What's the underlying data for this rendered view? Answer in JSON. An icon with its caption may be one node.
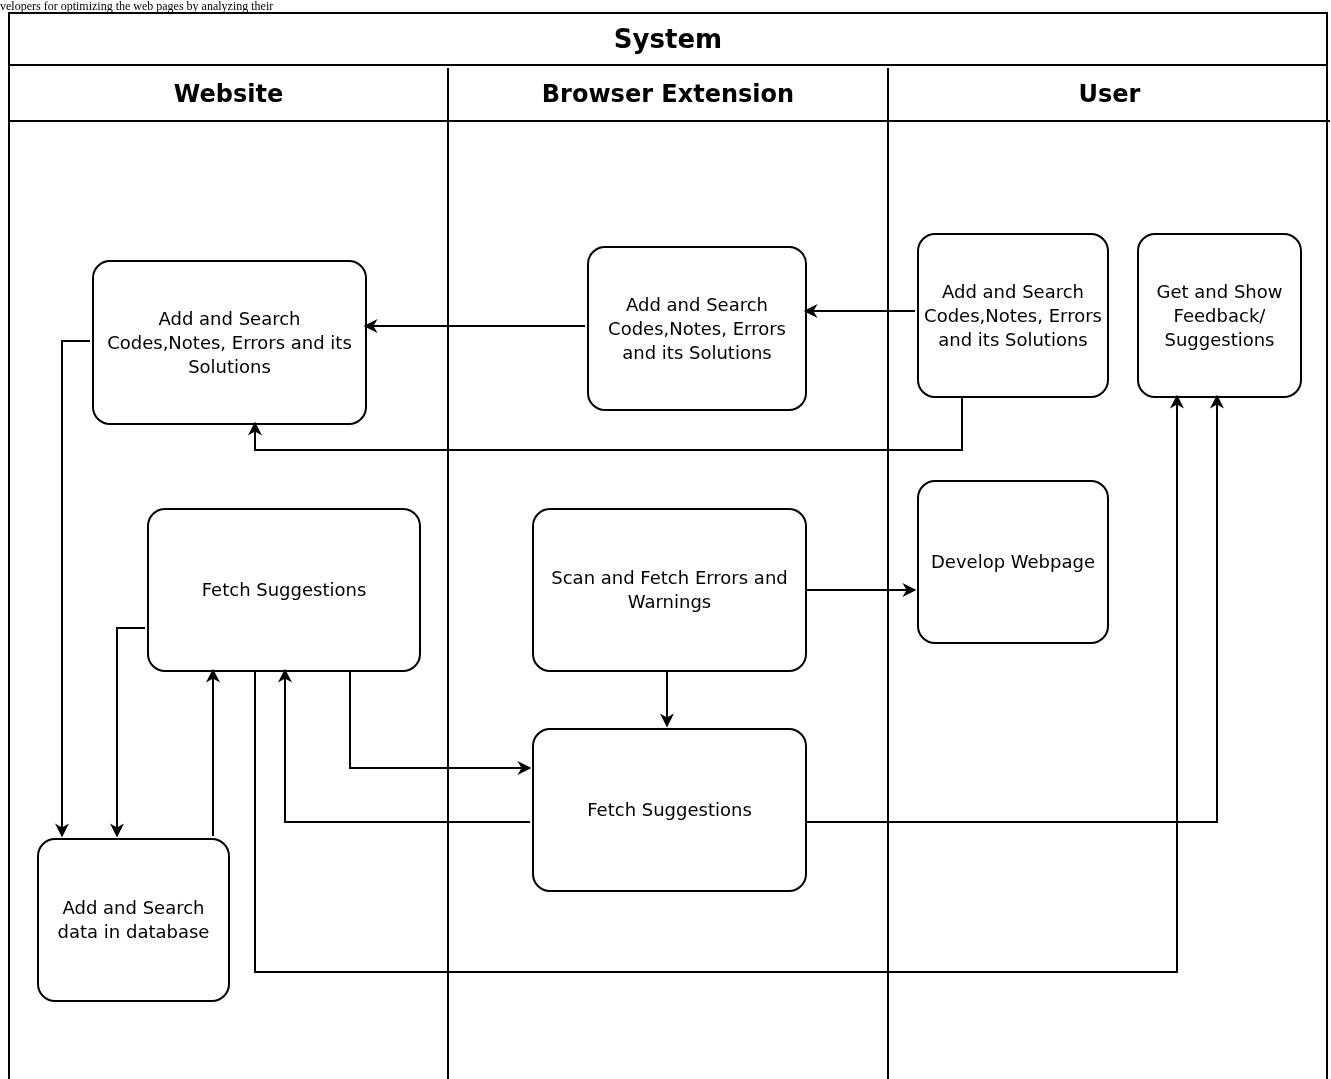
{
  "diagram": {
    "nodes": [
      {
        "text": [
          "System"
        ]
      },
      {
        "text": [
          "Website"
        ],
        "in": 0
      },
      {
        "text": [
          "Browser Extension"
        ],
        "in": 0
      },
      {
        "text": [
          "User"
        ],
        "in": 0
      },
      {
        "text": [
          "Add and Search Codes,Notes, Errors and its Solutions"
        ],
        "in": 1
      },
      {
        "text": [
          "Fetch Suggestions"
        ],
        "in": 1
      },
      {
        "text": [
          "Add and Search data in database"
        ],
        "in": 1
      },
      {
        "text": [
          "Add and Search Codes,Notes, Errors and its Solutions"
        ],
        "in": 2
      },
      {
        "text": [
          "Scan and Fetch Errors and Warnings"
        ],
        "in": 2
      },
      {
        "text": [
          "Fetch Suggestions"
        ],
        "in": 2
      },
      {
        "text": [
          "Add and Search Codes,Notes, Errors and its Solutions"
        ],
        "in": 3
      },
      {
        "text": [
          "Get and Show Feedback/ Suggestions"
        ],
        "in": 3
      },
      {
        "text": [
          "Develop Webpage"
        ],
        "in": 3
      }
    ],
    "edges": [
      {
        "from": 7,
        "to": 4,
        "arrow": "to"
      },
      {
        "from": 10,
        "to": 7,
        "arrow": "to"
      },
      {
        "from": 10,
        "to": 4,
        "arrow": "to"
      },
      {
        "from": 4,
        "to": 6,
        "arrow": "to"
      },
      {
        "from": 5,
        "to": 6,
        "arrow": "to"
      },
      {
        "from": 6,
        "to": 5,
        "arrow": "to"
      },
      {
        "from": 8,
        "to": 12,
        "arrow": "to"
      },
      {
        "from": 8,
        "to": 9,
        "arrow": "to"
      },
      {
        "from": 5,
        "to": 9,
        "arrow": "to"
      },
      {
        "from": 9,
        "to": 5,
        "arrow": "to"
      },
      {
        "from": 9,
        "to": 11,
        "arrow": "to"
      },
      {
        "from": 5,
        "to": 11,
        "arrow": "to"
      }
    ],
    "labels": [
      "velopers for optimizing the web pages by analyzing their"
    ]
  }
}
